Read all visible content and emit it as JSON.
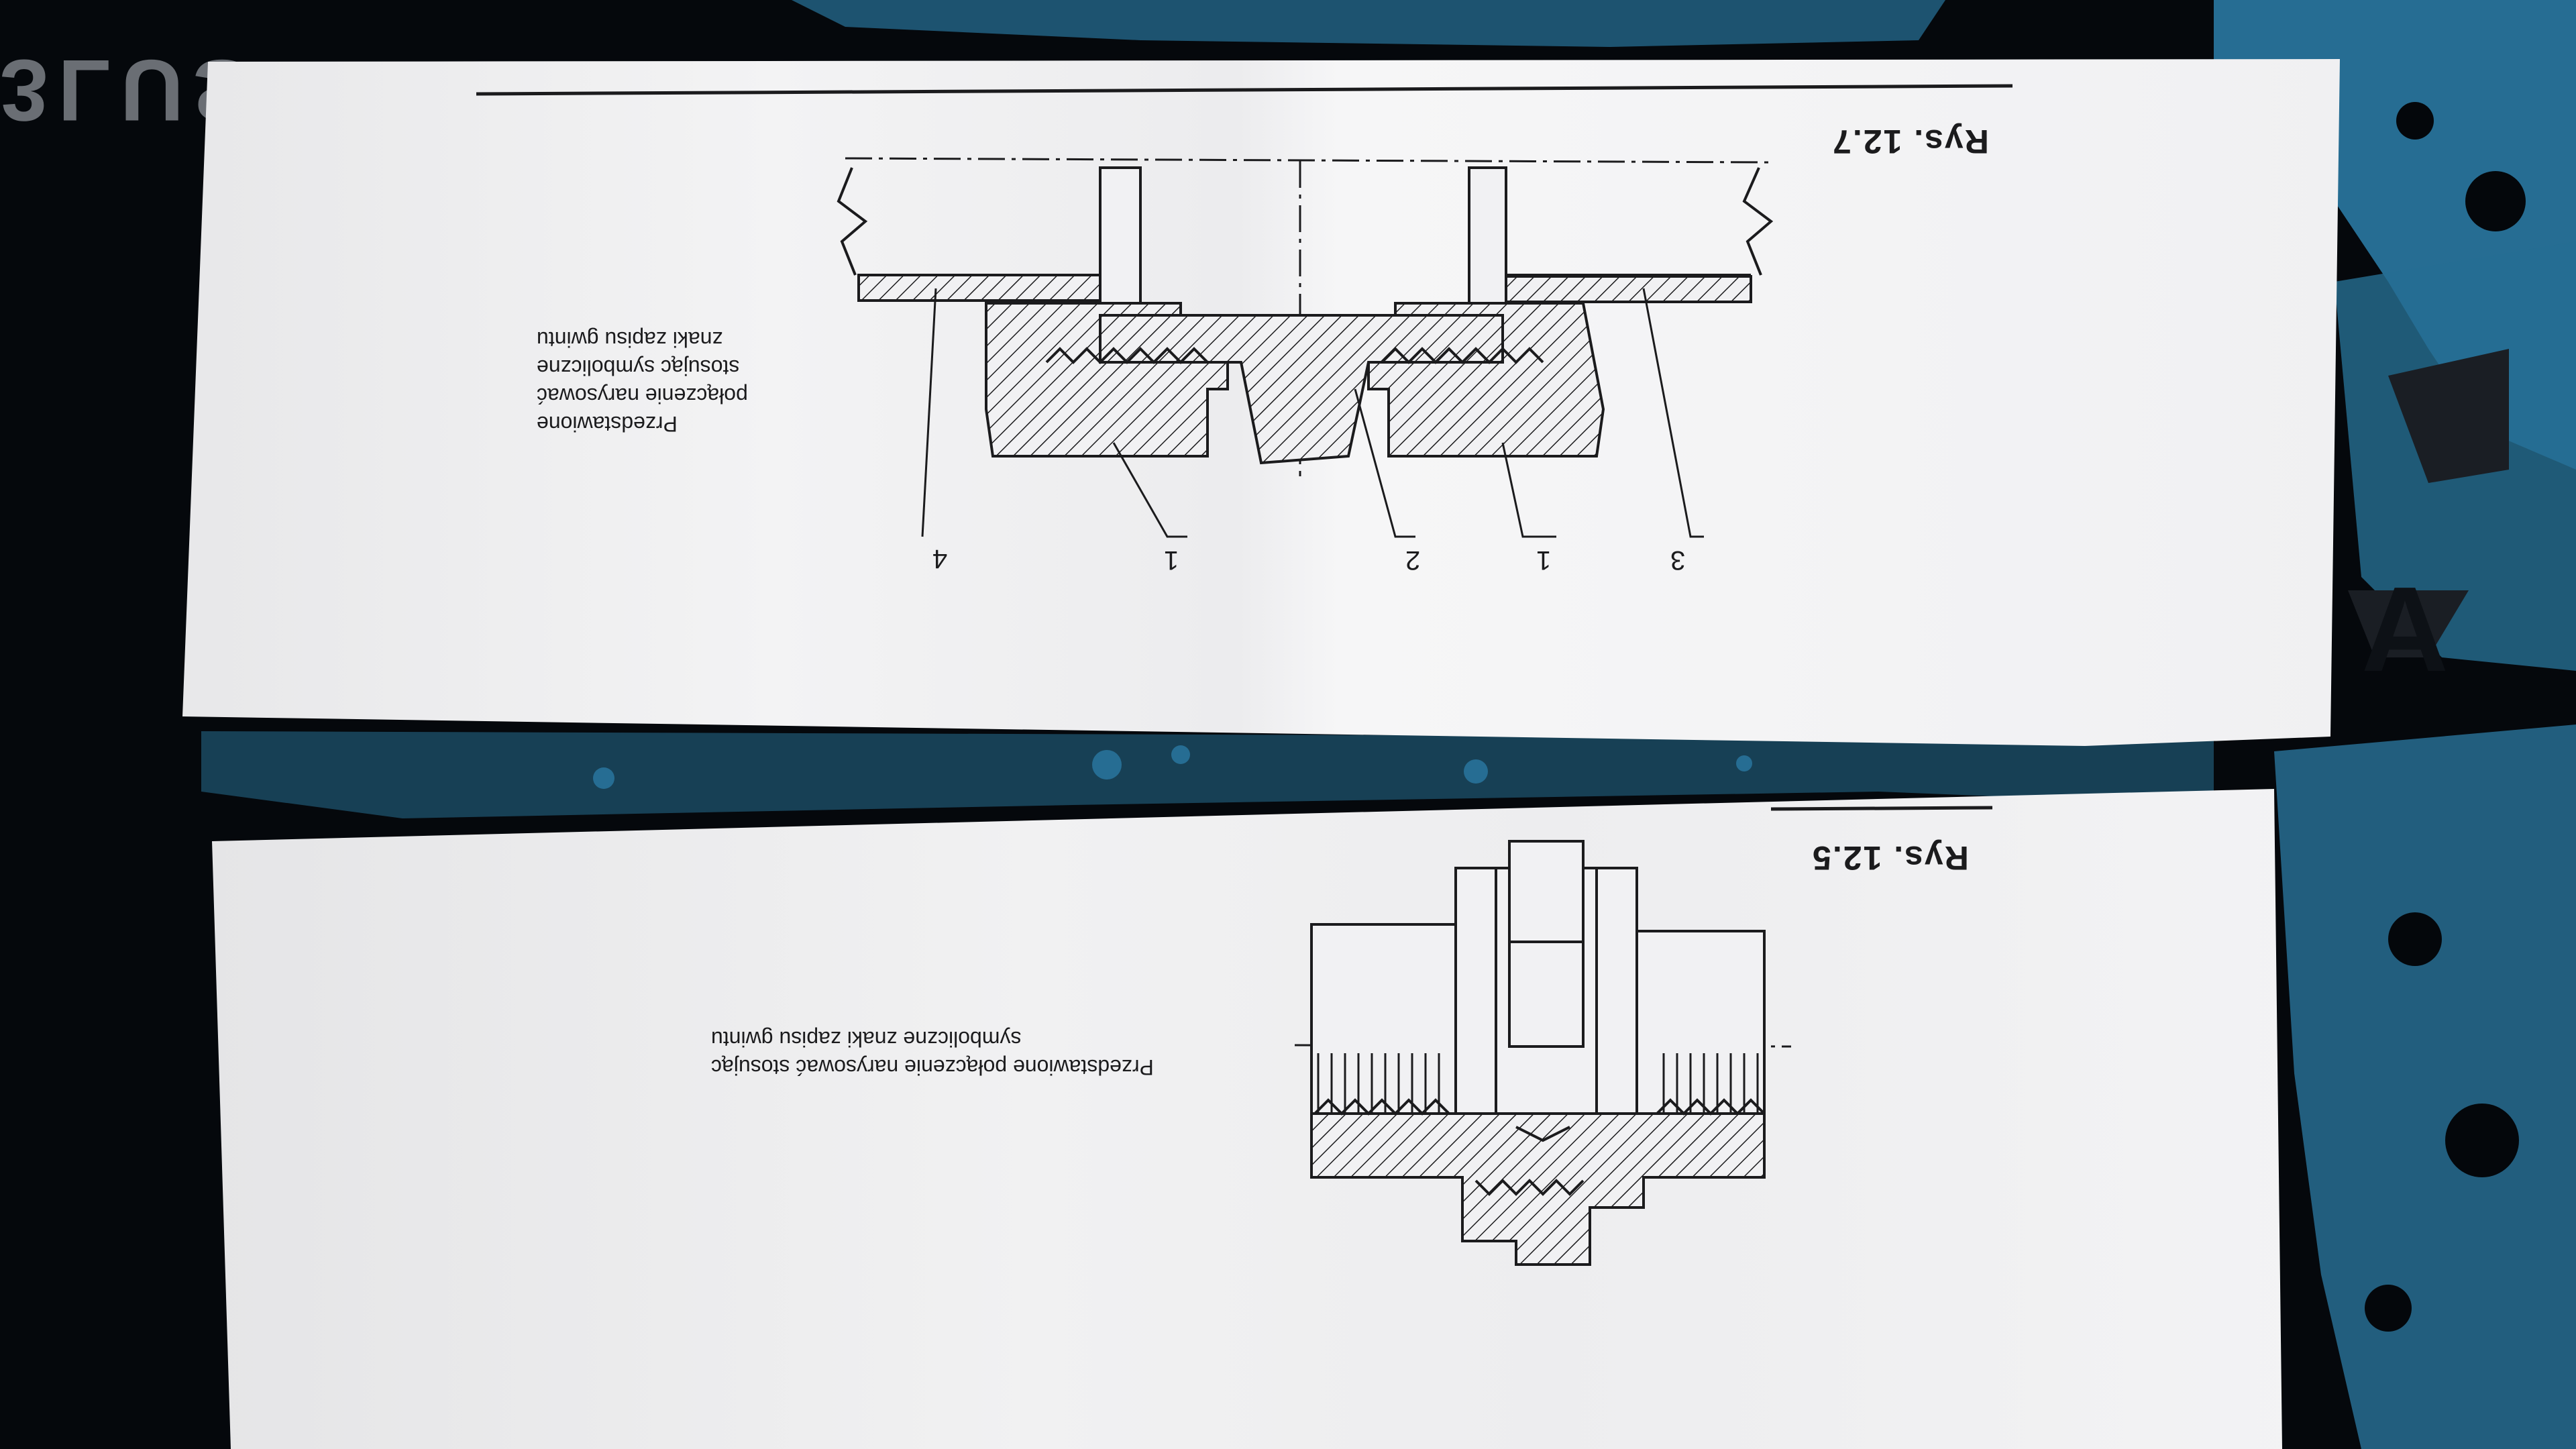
{
  "photo": {
    "description_colors": {
      "background": "#05080c",
      "splash": "#2d7ea8",
      "paper": "#f1f1f3",
      "ink": "#1b1b1d"
    },
    "corner_logo_text": "3LUS"
  },
  "sheet_top": {
    "figure_label": "Rys. 12.7",
    "caption": "Przedstawione\npołączenie narysować\nstosując symboliczne\nznaki zapisu gwintu",
    "leader_labels": [
      "4",
      "1",
      "2",
      "1",
      "3"
    ]
  },
  "sheet_bottom": {
    "figure_label": "Rys. 12.5",
    "caption": "Przedstawione połączenie narysować stosując\nsymboliczne znaki zapisu gwintu"
  }
}
